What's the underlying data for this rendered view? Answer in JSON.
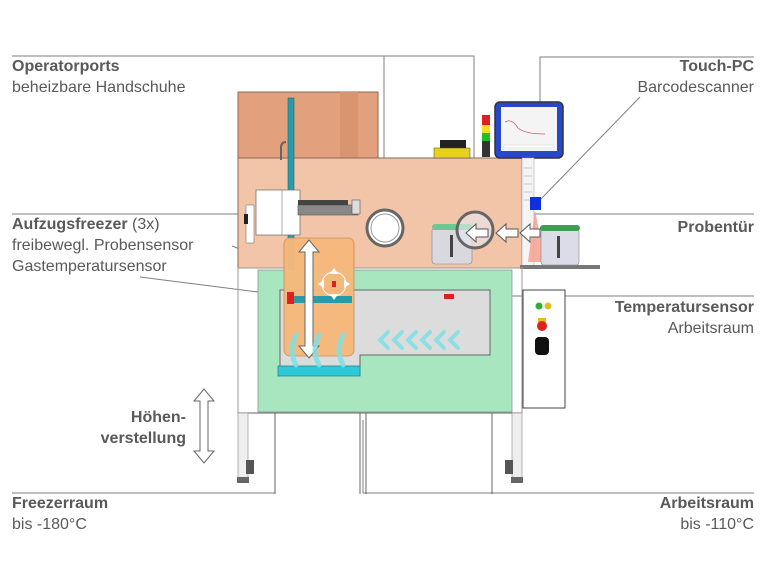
{
  "labels": {
    "operatorports": {
      "title": "Operatorports",
      "subtitle": "beheizbare Handschuhe"
    },
    "touch_pc": {
      "title": "Touch-PC",
      "subtitle": "Barcodescanner"
    },
    "aufzugsfreezer": {
      "title": "Aufzugsfreezer",
      "title_suffix": "(3x)",
      "line2": "freibewegl. Probensensor",
      "line3": "Gastemperatursensor"
    },
    "probentuer": {
      "title": "Probentür"
    },
    "temperatursensor": {
      "title": "Temperatursensor",
      "subtitle": "Arbeitsraum"
    },
    "hoehenverstellung": {
      "line1": "Höhen-",
      "line2": "verstellung"
    },
    "freezerraum": {
      "title": "Freezerraum",
      "subtitle": "bis -180°C"
    },
    "arbeitsraum": {
      "title": "Arbeitsraum",
      "subtitle": "bis -110°C"
    }
  },
  "colors": {
    "text": "#595959",
    "leader": "#7f7f7f",
    "enclosure": "#f2c4a8",
    "enclosure_dark": "#e3a07c",
    "freezer_orange": "#f7b87a",
    "cold_green": "#a8e6c0",
    "work_grey": "#dcdcdc",
    "teal": "#2a9aa8",
    "cyan": "#2ec8d8",
    "arrow_cyan": "#7fe0e6",
    "sensor_red": "#e02020",
    "scanner_blue": "#1030e0",
    "monitor_blue": "#2848c8",
    "lid_green": "#3aa050"
  },
  "signal_lamp": [
    "#e02020",
    "#f0e020",
    "#20c020"
  ],
  "control_panel": {
    "lamps": [
      "#30b030",
      "#e0c020"
    ],
    "estop": "#e02020",
    "switch": "#111111"
  }
}
